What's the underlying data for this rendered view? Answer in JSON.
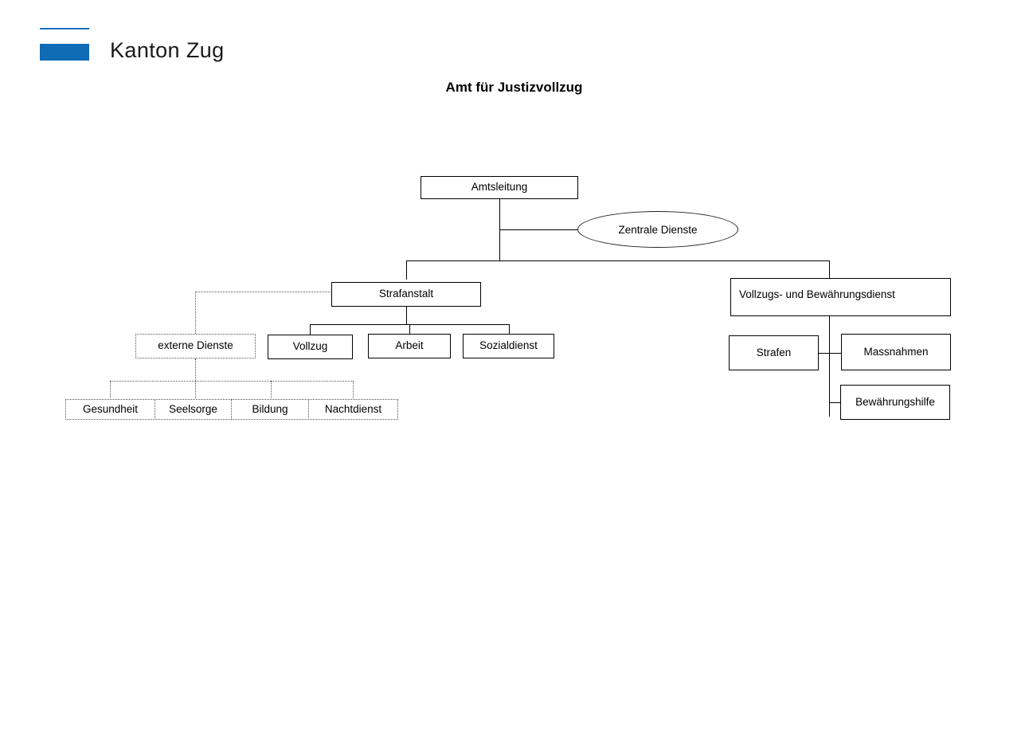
{
  "brand": {
    "name": "Kanton Zug",
    "accent_color": "#0F6CB5",
    "rule_color": "#1270B8"
  },
  "chart_title": "Amt für Justizvollzug",
  "chart_data": {
    "type": "diagram",
    "diagram_kind": "organizational-chart",
    "title": "Amt für Justizvollzug",
    "nodes": [
      {
        "id": "amtsleitung",
        "label": "Amtsleitung",
        "shape": "rect",
        "border": "solid",
        "level": 0
      },
      {
        "id": "zentrale",
        "label": "Zentrale Dienste",
        "shape": "ellipse",
        "border": "solid",
        "level": 1
      },
      {
        "id": "strafanstalt",
        "label": "Strafanstalt",
        "shape": "rect",
        "border": "solid",
        "level": 1
      },
      {
        "id": "vbd",
        "label": "Vollzugs-  und Bewährungsdienst",
        "shape": "rect",
        "border": "solid",
        "level": 1
      },
      {
        "id": "externe",
        "label": "externe Dienste",
        "shape": "rect",
        "border": "dotted",
        "level": 2
      },
      {
        "id": "vollzug",
        "label": "Vollzug",
        "shape": "rect",
        "border": "solid",
        "level": 2
      },
      {
        "id": "arbeit",
        "label": "Arbeit",
        "shape": "rect",
        "border": "solid",
        "level": 2
      },
      {
        "id": "sozialdienst",
        "label": "Sozialdienst",
        "shape": "rect",
        "border": "solid",
        "level": 2
      },
      {
        "id": "strafen",
        "label": "Strafen",
        "shape": "rect",
        "border": "solid",
        "level": 2
      },
      {
        "id": "massnahmen",
        "label": "Massnahmen",
        "shape": "rect",
        "border": "solid",
        "level": 2
      },
      {
        "id": "bewhilfe",
        "label": "Bewährungshilfe",
        "shape": "rect",
        "border": "solid",
        "level": 2
      },
      {
        "id": "gesundheit",
        "label": "Gesundheit",
        "shape": "rect",
        "border": "dotted",
        "level": 3
      },
      {
        "id": "seelsorge",
        "label": "Seelsorge",
        "shape": "rect",
        "border": "dotted",
        "level": 3
      },
      {
        "id": "bildung",
        "label": "Bildung",
        "shape": "rect",
        "border": "dotted",
        "level": 3
      },
      {
        "id": "nachtdienst",
        "label": "Nachtdienst",
        "shape": "rect",
        "border": "dotted",
        "level": 3
      }
    ],
    "edges": [
      {
        "from": "amtsleitung",
        "to": "zentrale",
        "style": "solid"
      },
      {
        "from": "amtsleitung",
        "to": "strafanstalt",
        "style": "solid"
      },
      {
        "from": "amtsleitung",
        "to": "vbd",
        "style": "solid"
      },
      {
        "from": "strafanstalt",
        "to": "externe",
        "style": "dotted"
      },
      {
        "from": "strafanstalt",
        "to": "vollzug",
        "style": "solid"
      },
      {
        "from": "strafanstalt",
        "to": "arbeit",
        "style": "solid"
      },
      {
        "from": "strafanstalt",
        "to": "sozialdienst",
        "style": "solid"
      },
      {
        "from": "vbd",
        "to": "strafen",
        "style": "solid"
      },
      {
        "from": "vbd",
        "to": "massnahmen",
        "style": "solid"
      },
      {
        "from": "vbd",
        "to": "bewhilfe",
        "style": "solid"
      },
      {
        "from": "externe",
        "to": "gesundheit",
        "style": "dotted"
      },
      {
        "from": "externe",
        "to": "seelsorge",
        "style": "dotted"
      },
      {
        "from": "externe",
        "to": "bildung",
        "style": "dotted"
      },
      {
        "from": "externe",
        "to": "nachtdienst",
        "style": "dotted"
      }
    ],
    "labels": {
      "amtsleitung": "Amtsleitung",
      "zentrale": "Zentrale Dienste",
      "strafanstalt": "Strafanstalt",
      "vbd": "Vollzugs-  und Bewährungsdienst",
      "externe": "externe Dienste",
      "vollzug": "Vollzug",
      "arbeit": "Arbeit",
      "sozialdienst": "Sozialdienst",
      "strafen": "Strafen",
      "massnahmen": "Massnahmen",
      "bewhilfe": "Bewährungshilfe",
      "gesundheit": "Gesundheit",
      "seelsorge": "Seelsorge",
      "bildung": "Bildung",
      "nachtdienst": "Nachtdienst"
    }
  }
}
